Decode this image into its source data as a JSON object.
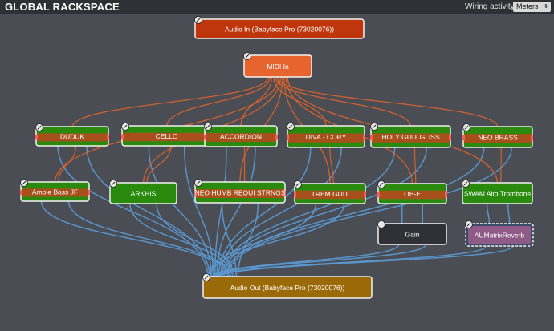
{
  "header": {
    "title": "GLOBAL RACKSPACE",
    "wiring_label": "Wiring activity",
    "wiring_value": "Meters"
  },
  "colors": {
    "background": "#4b4d55",
    "audio_wire": "#5b9bd5",
    "midi_wire": "#e0632a",
    "plugin_green": "#2a8a0e",
    "midi_band": "#a8501c",
    "audio_io": "#c0360c",
    "midi_in": "#e8642e",
    "audio_out": "#9a6a08",
    "gain": "#2f3136",
    "reverb": "#8e5a88"
  },
  "nodes": [
    {
      "id": "audio_in",
      "label": "Audio In (Babyface Pro (73020076))",
      "kind": "audio-in"
    },
    {
      "id": "midi_in",
      "label": "MIDI In",
      "kind": "midi-in"
    },
    {
      "id": "duduk",
      "label": "DUDUK",
      "kind": "synth"
    },
    {
      "id": "cello",
      "label": "CELLO",
      "kind": "synth"
    },
    {
      "id": "accordion",
      "label": "ACCORDION",
      "kind": "synth"
    },
    {
      "id": "diva",
      "label": "DIVA - CORY",
      "kind": "synth"
    },
    {
      "id": "holy",
      "label": "HOLY GUIT GLISS",
      "kind": "synth"
    },
    {
      "id": "neobrass",
      "label": "NEO BRASS",
      "kind": "synth"
    },
    {
      "id": "amplebass",
      "label": "Ample Bass JF",
      "kind": "synth"
    },
    {
      "id": "arkhis",
      "label": "ARKHIS",
      "kind": "plain"
    },
    {
      "id": "neohumb",
      "label": "NEO HUMB REQUI STRNGS",
      "kind": "synth"
    },
    {
      "id": "tremguit",
      "label": "TREM GUIT",
      "kind": "synth"
    },
    {
      "id": "obe",
      "label": "OB-E",
      "kind": "synth"
    },
    {
      "id": "swam",
      "label": "SWAM Alto Trombone",
      "kind": "plain"
    },
    {
      "id": "gain",
      "label": "Gain",
      "kind": "gain"
    },
    {
      "id": "aumatrix",
      "label": "AUMatrixReverb",
      "kind": "reverb"
    },
    {
      "id": "audio_out",
      "label": "Audio Out (Babyface Pro (73020076))",
      "kind": "audio-out"
    }
  ]
}
